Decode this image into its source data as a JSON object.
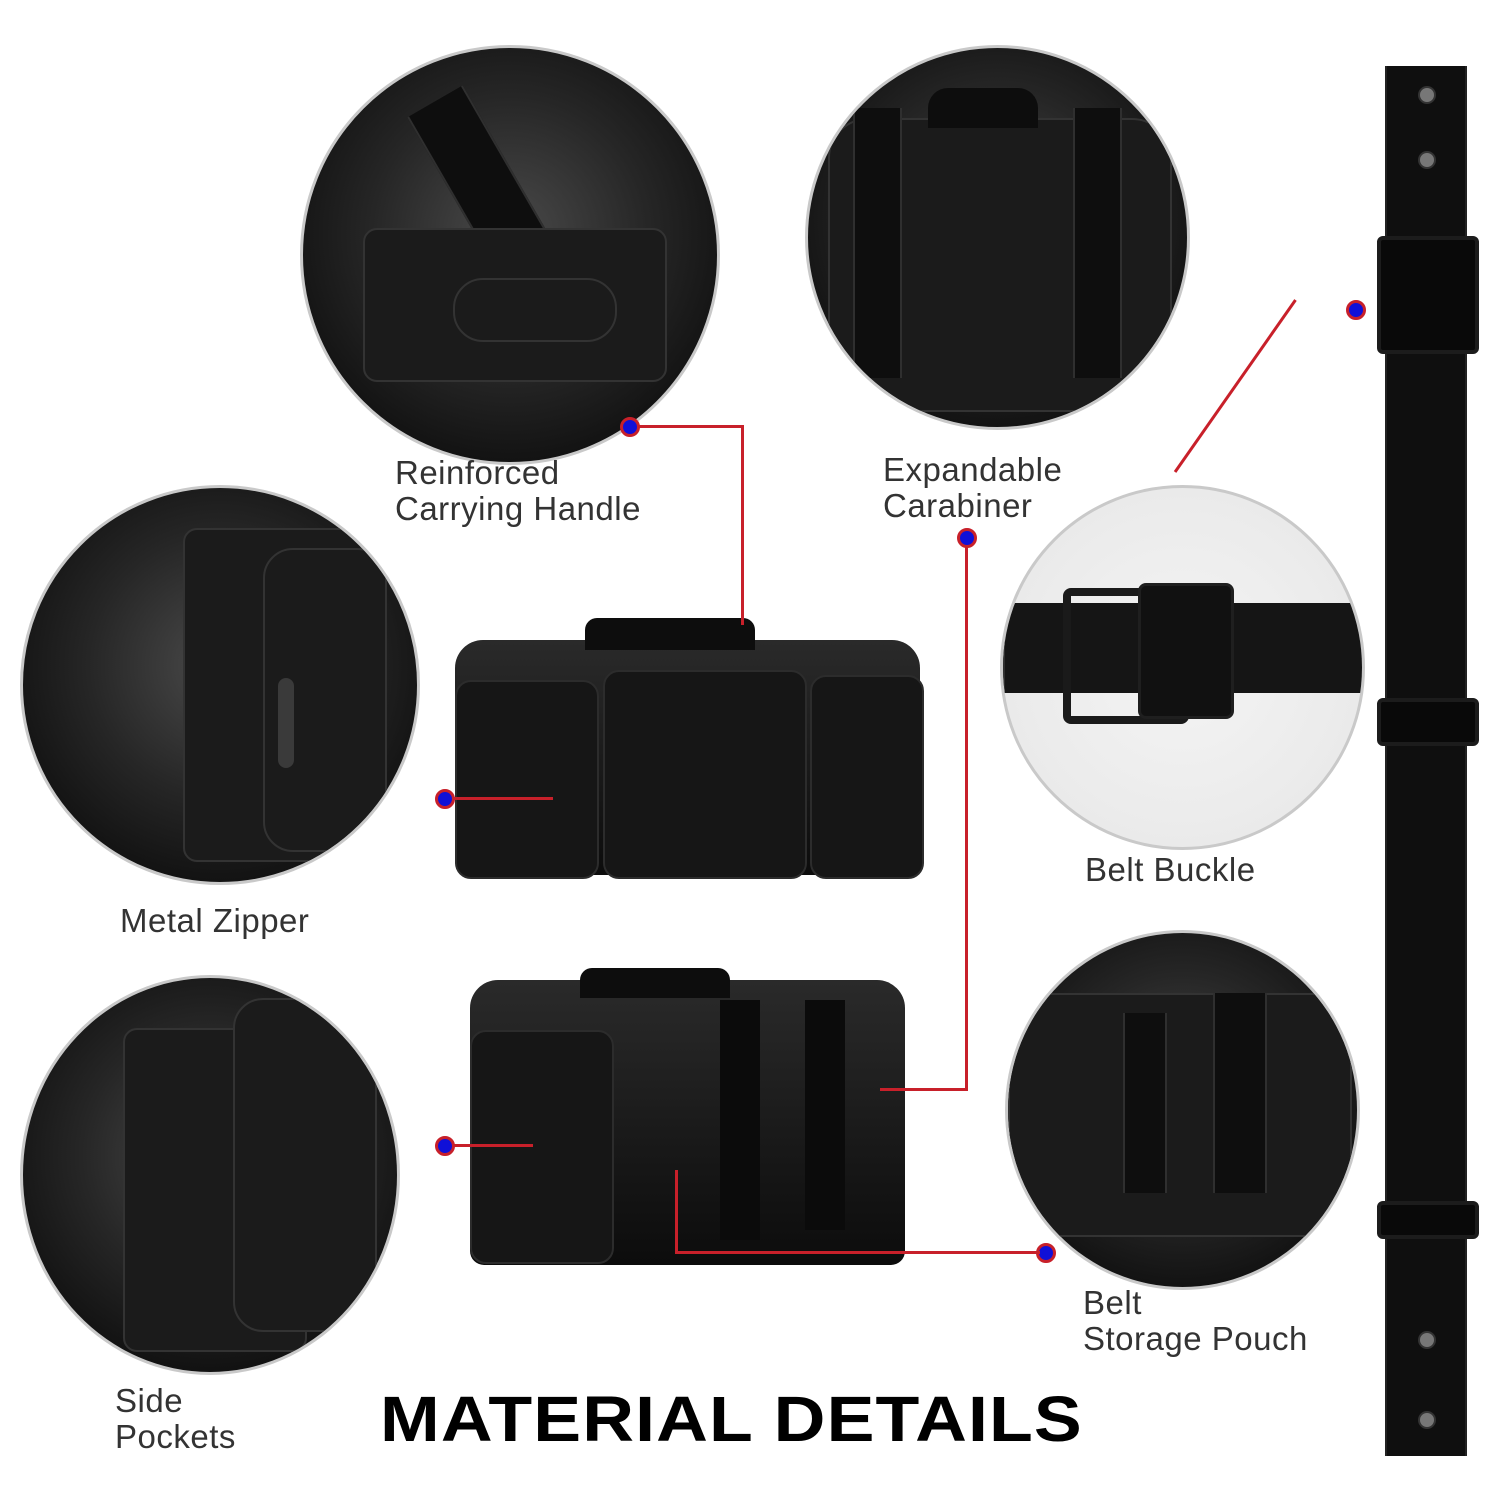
{
  "title": "MATERIAL DETAILS",
  "callouts": [
    {
      "id": "reinforced-carrying-handle",
      "line1": "Reinforced",
      "line2": "Carrying Handle"
    },
    {
      "id": "expandable-carabiner",
      "line1": "Expandable",
      "line2": "Carabiner"
    },
    {
      "id": "metal-zipper",
      "line1": "Metal Zipper",
      "line2": ""
    },
    {
      "id": "belt-buckle",
      "line1": "Belt Buckle",
      "line2": ""
    },
    {
      "id": "side-pockets",
      "line1": "Side",
      "line2": "Pockets"
    },
    {
      "id": "belt-storage-pouch",
      "line1": "Belt",
      "line2": "Storage Pouch"
    }
  ],
  "colors": {
    "callout_line": "#c8202a",
    "callout_dot_fill": "#1010d8",
    "label_text": "#333333",
    "title_text": "#000000",
    "circle_border": "#c9c9c9"
  }
}
